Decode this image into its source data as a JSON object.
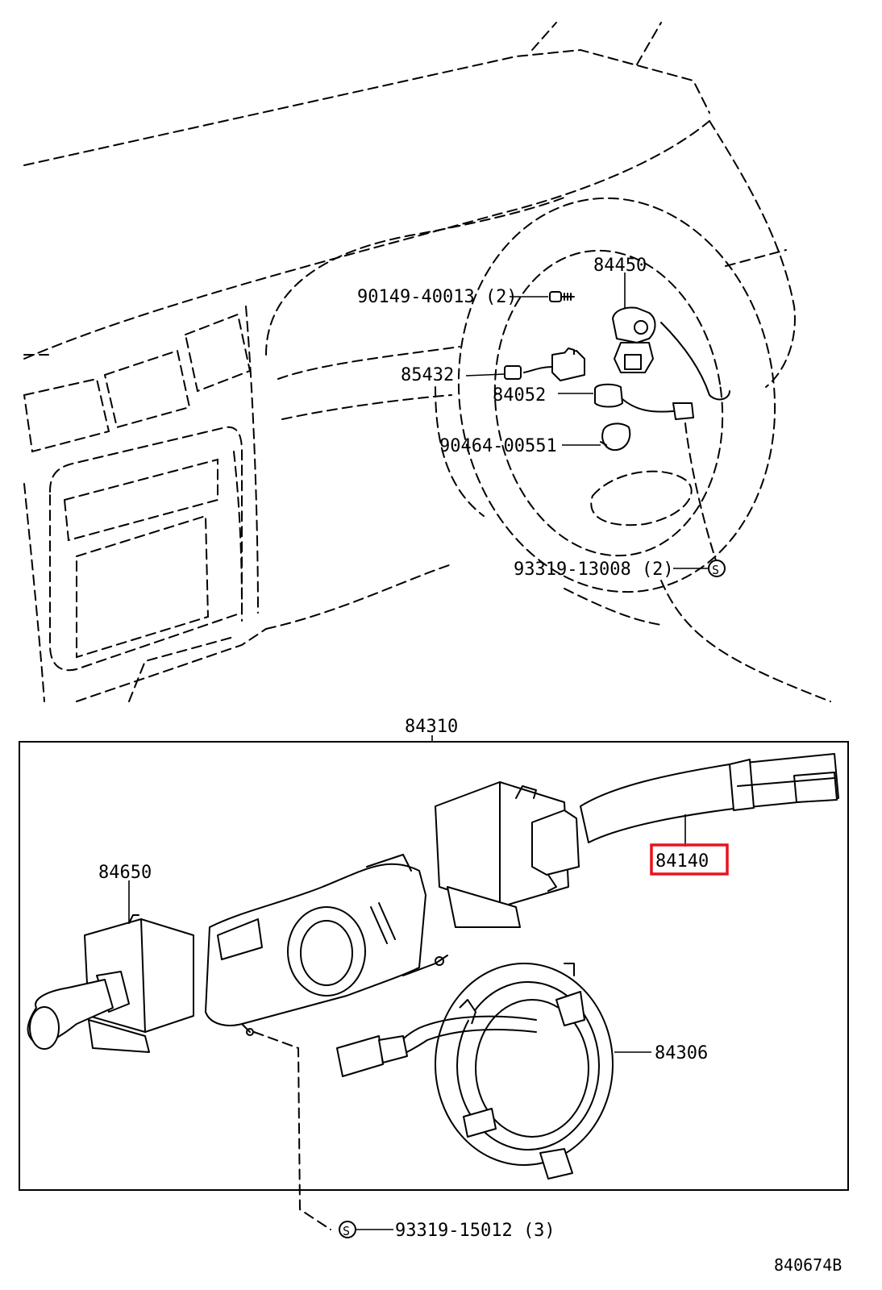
{
  "callouts": {
    "c84450": "84450",
    "c90149": "90149-40013 (2)",
    "c85432": "85432",
    "c84052": "84052",
    "c90464": "90464-00551",
    "c93319a": "93319-13008 (2)",
    "c84310": "84310",
    "c84140": "84140",
    "c84650": "84650",
    "c84306": "84306",
    "c93319b": "93319-15012 (3)"
  },
  "symbols": {
    "screw_mark": "S"
  },
  "figure_code": "840674B",
  "highlight_color": "#e8141c"
}
